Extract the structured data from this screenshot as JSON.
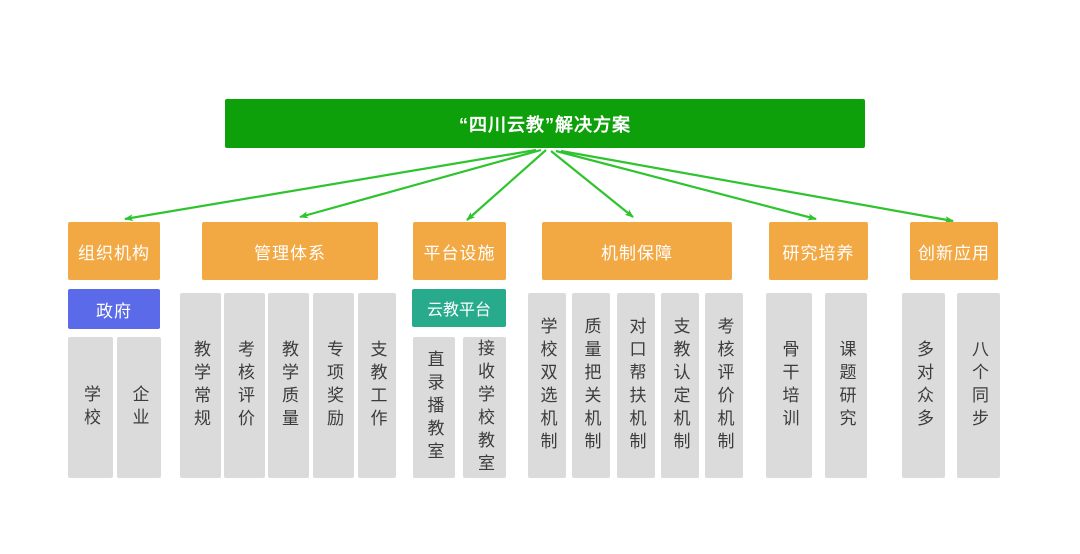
{
  "title": {
    "label": "“四川云教”解决方案"
  },
  "colors": {
    "title_bg": "#0ea00a",
    "arrow": "#2ec42e",
    "header_bg": "#f2a843",
    "gov_bg": "#5a6ae8",
    "platform_bg": "#27ab8c",
    "item_bg": "#dbdbdb",
    "item_text": "#3c3c3c",
    "box_text": "#ffffff"
  },
  "groups": [
    {
      "title": "组织机构",
      "sub": "政府",
      "items": [
        "学校",
        "企业"
      ]
    },
    {
      "title": "管理体系",
      "items": [
        "教学常规",
        "考核评价",
        "教学质量",
        "专项奖励",
        "支教工作"
      ]
    },
    {
      "title": "平台设施",
      "sub": "云教平台",
      "items": [
        "直录播教室",
        "接收学校教室"
      ]
    },
    {
      "title": "机制保障",
      "items": [
        "学校双选机制",
        "质量把关机制",
        "对口帮扶机制",
        "支教认定机制",
        "考核评价机制"
      ]
    },
    {
      "title": "研究培养",
      "items": [
        "骨干培训",
        "课题研究"
      ]
    },
    {
      "title": "创新应用",
      "items": [
        "多对众多",
        "八个同步"
      ]
    }
  ]
}
